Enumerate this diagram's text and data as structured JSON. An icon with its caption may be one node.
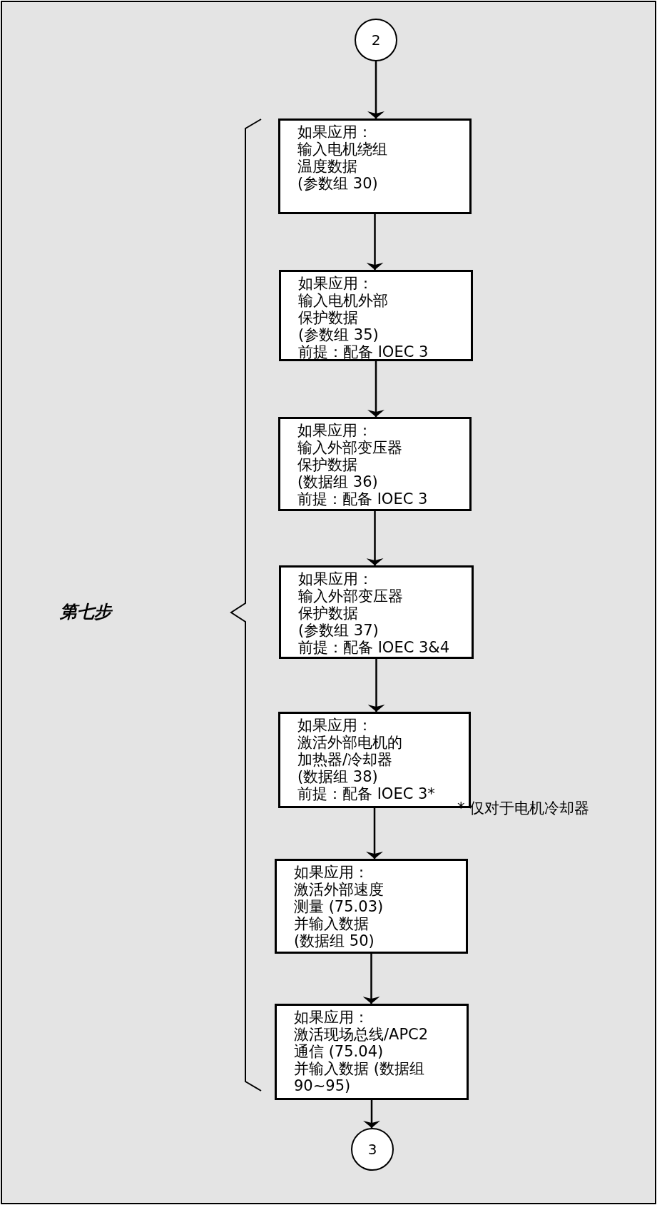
{
  "diagram": {
    "nodes": [
      {
        "text": [
          "2"
        ]
      },
      {
        "text": [
          "如果应用：",
          "输入电机绕组",
          "温度数据",
          "(参数组 30)"
        ]
      },
      {
        "text": [
          "如果应用：",
          "输入电机外部",
          "保护数据",
          "(参数组 35)",
          "前提：配备 IOEC 3"
        ]
      },
      {
        "text": [
          "如果应用：",
          "输入外部变压器",
          "保护数据",
          "(数据组 36)",
          "前提：配备 IOEC 3"
        ]
      },
      {
        "text": [
          "如果应用：",
          "输入外部变压器",
          "保护数据",
          "(参数组 37)",
          "前提：配备 IOEC 3&4"
        ]
      },
      {
        "text": [
          "如果应用：",
          "激活外部电机的",
          "加热器/冷却器",
          "(数据组 38)",
          "前提：配备 IOEC 3*"
        ]
      },
      {
        "text": [
          "如果应用：",
          "激活外部速度",
          "测量 (75.03)",
          "并输入数据",
          "(数据组 50)"
        ]
      },
      {
        "text": [
          "如果应用：",
          "激活现场总线/APC2",
          "通信 (75.04)",
          "并输入数据 (数据组",
          "90~95)"
        ]
      },
      {
        "text": [
          "3"
        ]
      }
    ],
    "edges": [
      {
        "from": 0,
        "to": 1,
        "arrow": "to"
      },
      {
        "from": 1,
        "to": 2,
        "arrow": "to"
      },
      {
        "from": 2,
        "to": 3,
        "arrow": "to"
      },
      {
        "from": 3,
        "to": 4,
        "arrow": "to"
      },
      {
        "from": 4,
        "to": 5,
        "arrow": "to"
      },
      {
        "from": 5,
        "to": 6,
        "arrow": "to"
      },
      {
        "from": 6,
        "to": 7,
        "arrow": "to"
      },
      {
        "from": 7,
        "to": 8,
        "arrow": "to"
      }
    ],
    "labels": [
      "第七步",
      "* 仅对于电机冷却器"
    ]
  }
}
